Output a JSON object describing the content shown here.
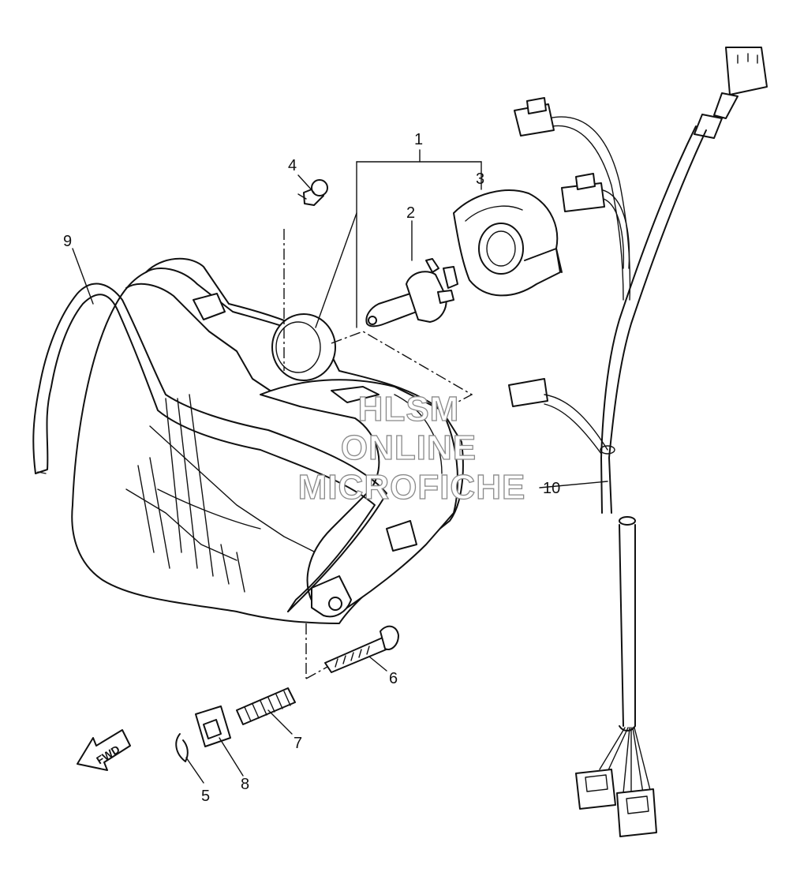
{
  "diagram": {
    "callouts": [
      {
        "id": "1",
        "text": "1"
      },
      {
        "id": "2",
        "text": "2"
      },
      {
        "id": "3",
        "text": "3"
      },
      {
        "id": "4",
        "text": "4"
      },
      {
        "id": "5",
        "text": "5"
      },
      {
        "id": "6",
        "text": "6"
      },
      {
        "id": "7",
        "text": "7"
      },
      {
        "id": "8",
        "text": "8"
      },
      {
        "id": "9",
        "text": "9"
      },
      {
        "id": "10",
        "text": "10"
      }
    ],
    "direction_marker": "FWD",
    "watermark": [
      "HLSM",
      "ONLINE",
      "MICROFICHE"
    ]
  }
}
